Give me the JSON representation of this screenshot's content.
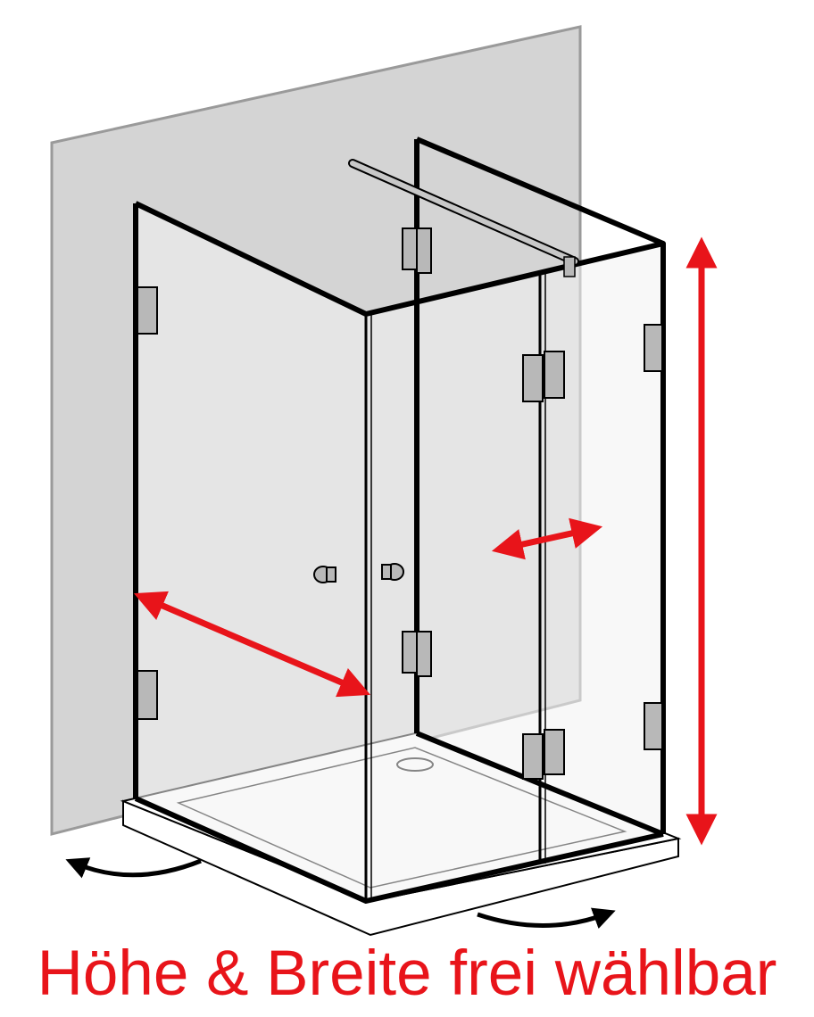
{
  "caption": "Höhe & Breite frei wählbar",
  "colors": {
    "frame": "#000000",
    "wall": "#d4d4d4",
    "glass": "#f2f2f2",
    "tray": "#ffffff",
    "hardware": "#b8b8b8",
    "arrow": "#e8141a"
  },
  "icons": {
    "height_arrow": "double-arrow-vertical",
    "width_arrow": "double-arrow-diagonal",
    "depth_arrow": "double-arrow-horizontal",
    "rotate_left": "curved-arrow-left",
    "rotate_right": "curved-arrow-right"
  }
}
